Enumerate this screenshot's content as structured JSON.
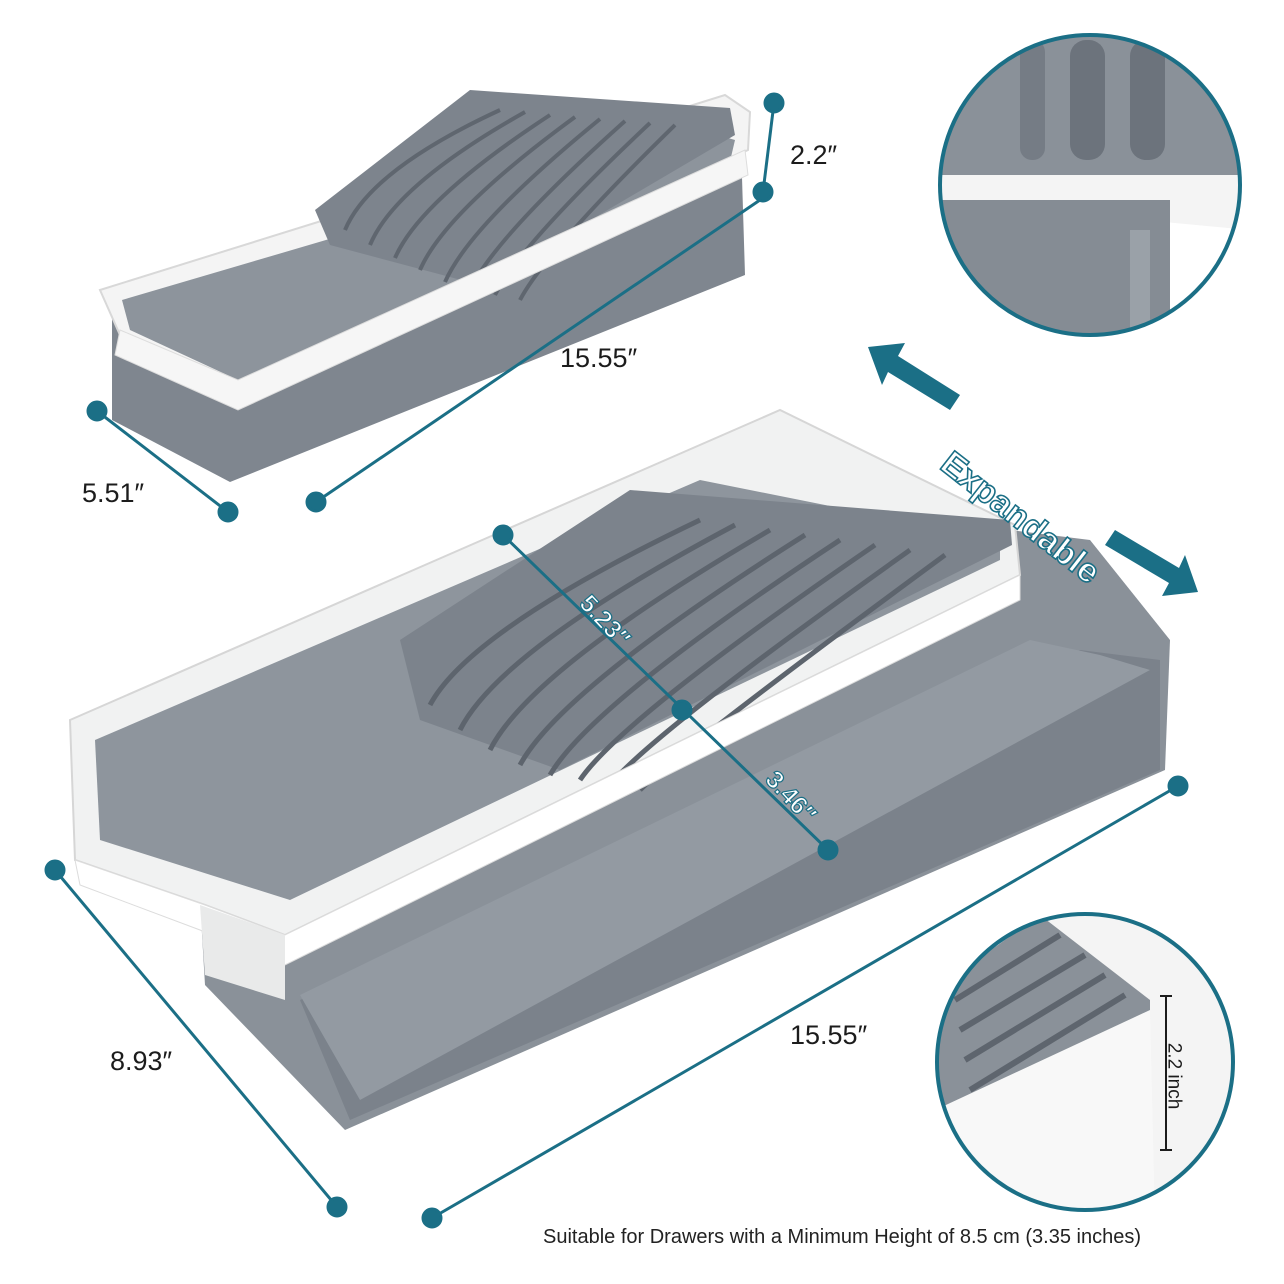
{
  "colors": {
    "accent": "#1b6f86",
    "tray_gray": "#8c939c",
    "tray_gray_dark": "#757c85",
    "tray_white": "#f3f4f4"
  },
  "small_tray": {
    "height_label": "2.2″",
    "length_label": "15.55″",
    "width_label": "5.51″"
  },
  "large_tray": {
    "inner_width_label": "5.23″",
    "extension_label": "3.46″",
    "length_label": "15.55″",
    "width_label": "8.93″"
  },
  "expandable": {
    "label": "Expandable"
  },
  "detail_bottom": {
    "height_label": "2.2 inch"
  },
  "footnote": "Suitable for Drawers with a Minimum Height of 8.5 cm (3.35 inches)"
}
